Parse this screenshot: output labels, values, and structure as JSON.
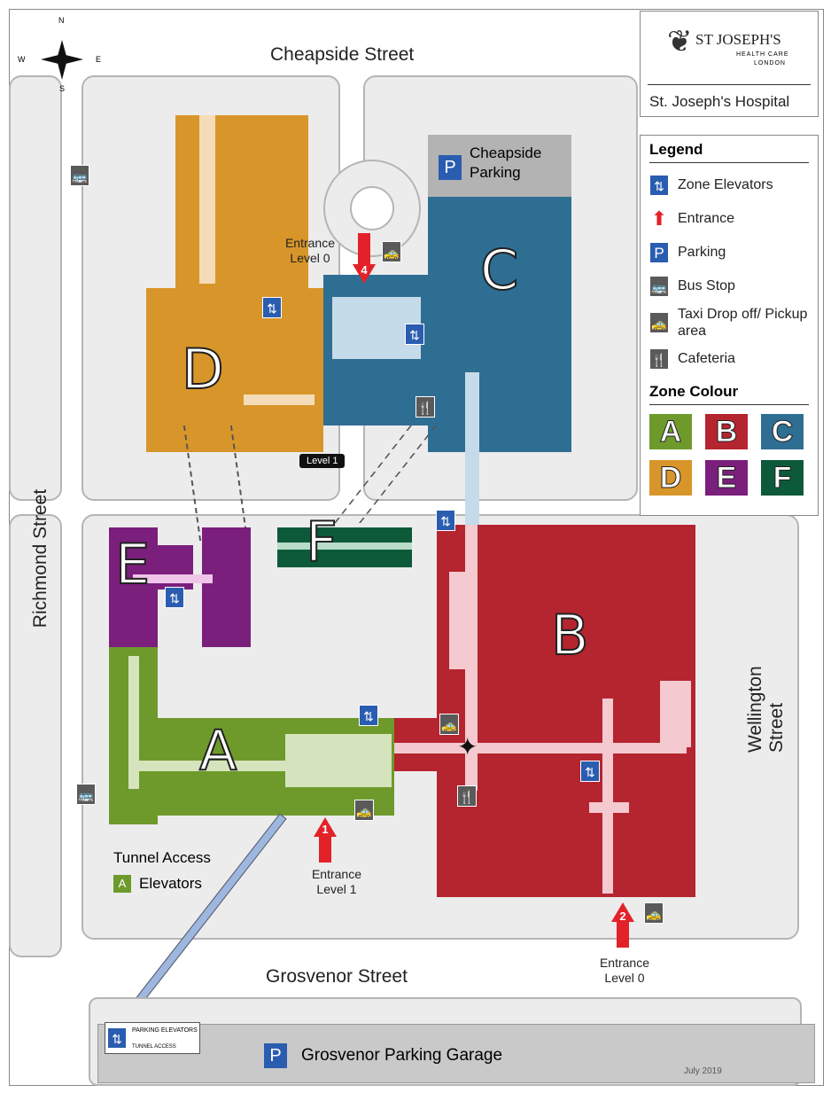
{
  "compass": {
    "n": "N",
    "s": "S",
    "e": "E",
    "w": "W"
  },
  "streets": {
    "north": "Cheapside Street",
    "west": "Richmond Street",
    "east": "Wellington Street",
    "south": "Grosvenor Street"
  },
  "logo": {
    "brand": "ST JOSEPH'S",
    "sub1": "HEALTH CARE",
    "sub2": "LONDON",
    "hospital": "St. Joseph's Hospital"
  },
  "legend": {
    "title": "Legend",
    "items": [
      {
        "icon": "elevator-icon",
        "label": "Zone Elevators"
      },
      {
        "icon": "entrance-arrow-icon",
        "label": "Entrance"
      },
      {
        "icon": "parking-icon",
        "label": "Parking",
        "glyph": "P"
      },
      {
        "icon": "bus-icon",
        "label": "Bus Stop"
      },
      {
        "icon": "taxi-icon",
        "label": "Taxi Drop off/ Pickup area"
      },
      {
        "icon": "cafeteria-icon",
        "label": "Cafeteria"
      }
    ],
    "zone_title": "Zone Colour",
    "zones": [
      {
        "z": "A",
        "color": "#6e9a2c"
      },
      {
        "z": "B",
        "color": "#b5252f"
      },
      {
        "z": "C",
        "color": "#2f6e93"
      },
      {
        "z": "D",
        "color": "#d8962a"
      },
      {
        "z": "E",
        "color": "#7b1f7c"
      },
      {
        "z": "F",
        "color": "#0d5a3a"
      }
    ]
  },
  "zones": {
    "a": "A",
    "b": "B",
    "c": "C",
    "d": "D",
    "e": "E",
    "f": "F"
  },
  "parking": {
    "p": "P",
    "cheapside": "Cheapside Parking",
    "grosvenor": "Grosvenor Parking Garage",
    "elevators": "PARKING ELEVATORS",
    "tunnel": "TUNNEL ACCESS"
  },
  "entrances": [
    {
      "num": "4",
      "label": "Entrance Level 0"
    },
    {
      "num": "1",
      "label": "Entrance Level 1"
    },
    {
      "num": "2",
      "label": "Entrance Level 0"
    }
  ],
  "level_badge": "Level 1",
  "tunnel": {
    "label": "Tunnel Access",
    "zone": "A",
    "elev": "Elevators"
  },
  "date": "July 2019"
}
